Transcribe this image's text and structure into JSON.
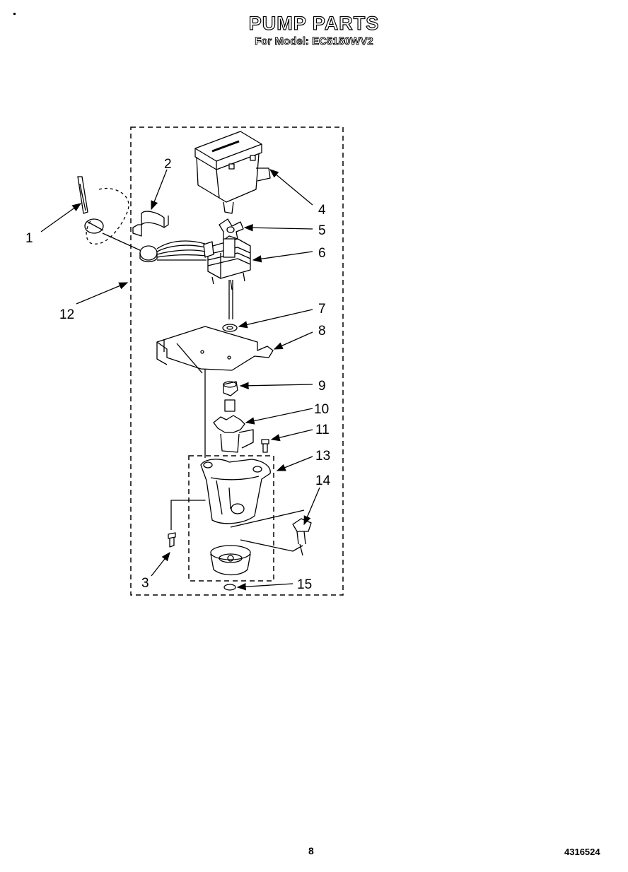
{
  "header": {
    "title": "PUMP PARTS",
    "subtitle": "For Model: EC5150WV2"
  },
  "callouts": [
    "1",
    "2",
    "3",
    "4",
    "5",
    "6",
    "7",
    "8",
    "9",
    "10",
    "11",
    "12",
    "13",
    "14",
    "15"
  ],
  "footer": {
    "page_number": "8",
    "doc_number": "4316524"
  }
}
